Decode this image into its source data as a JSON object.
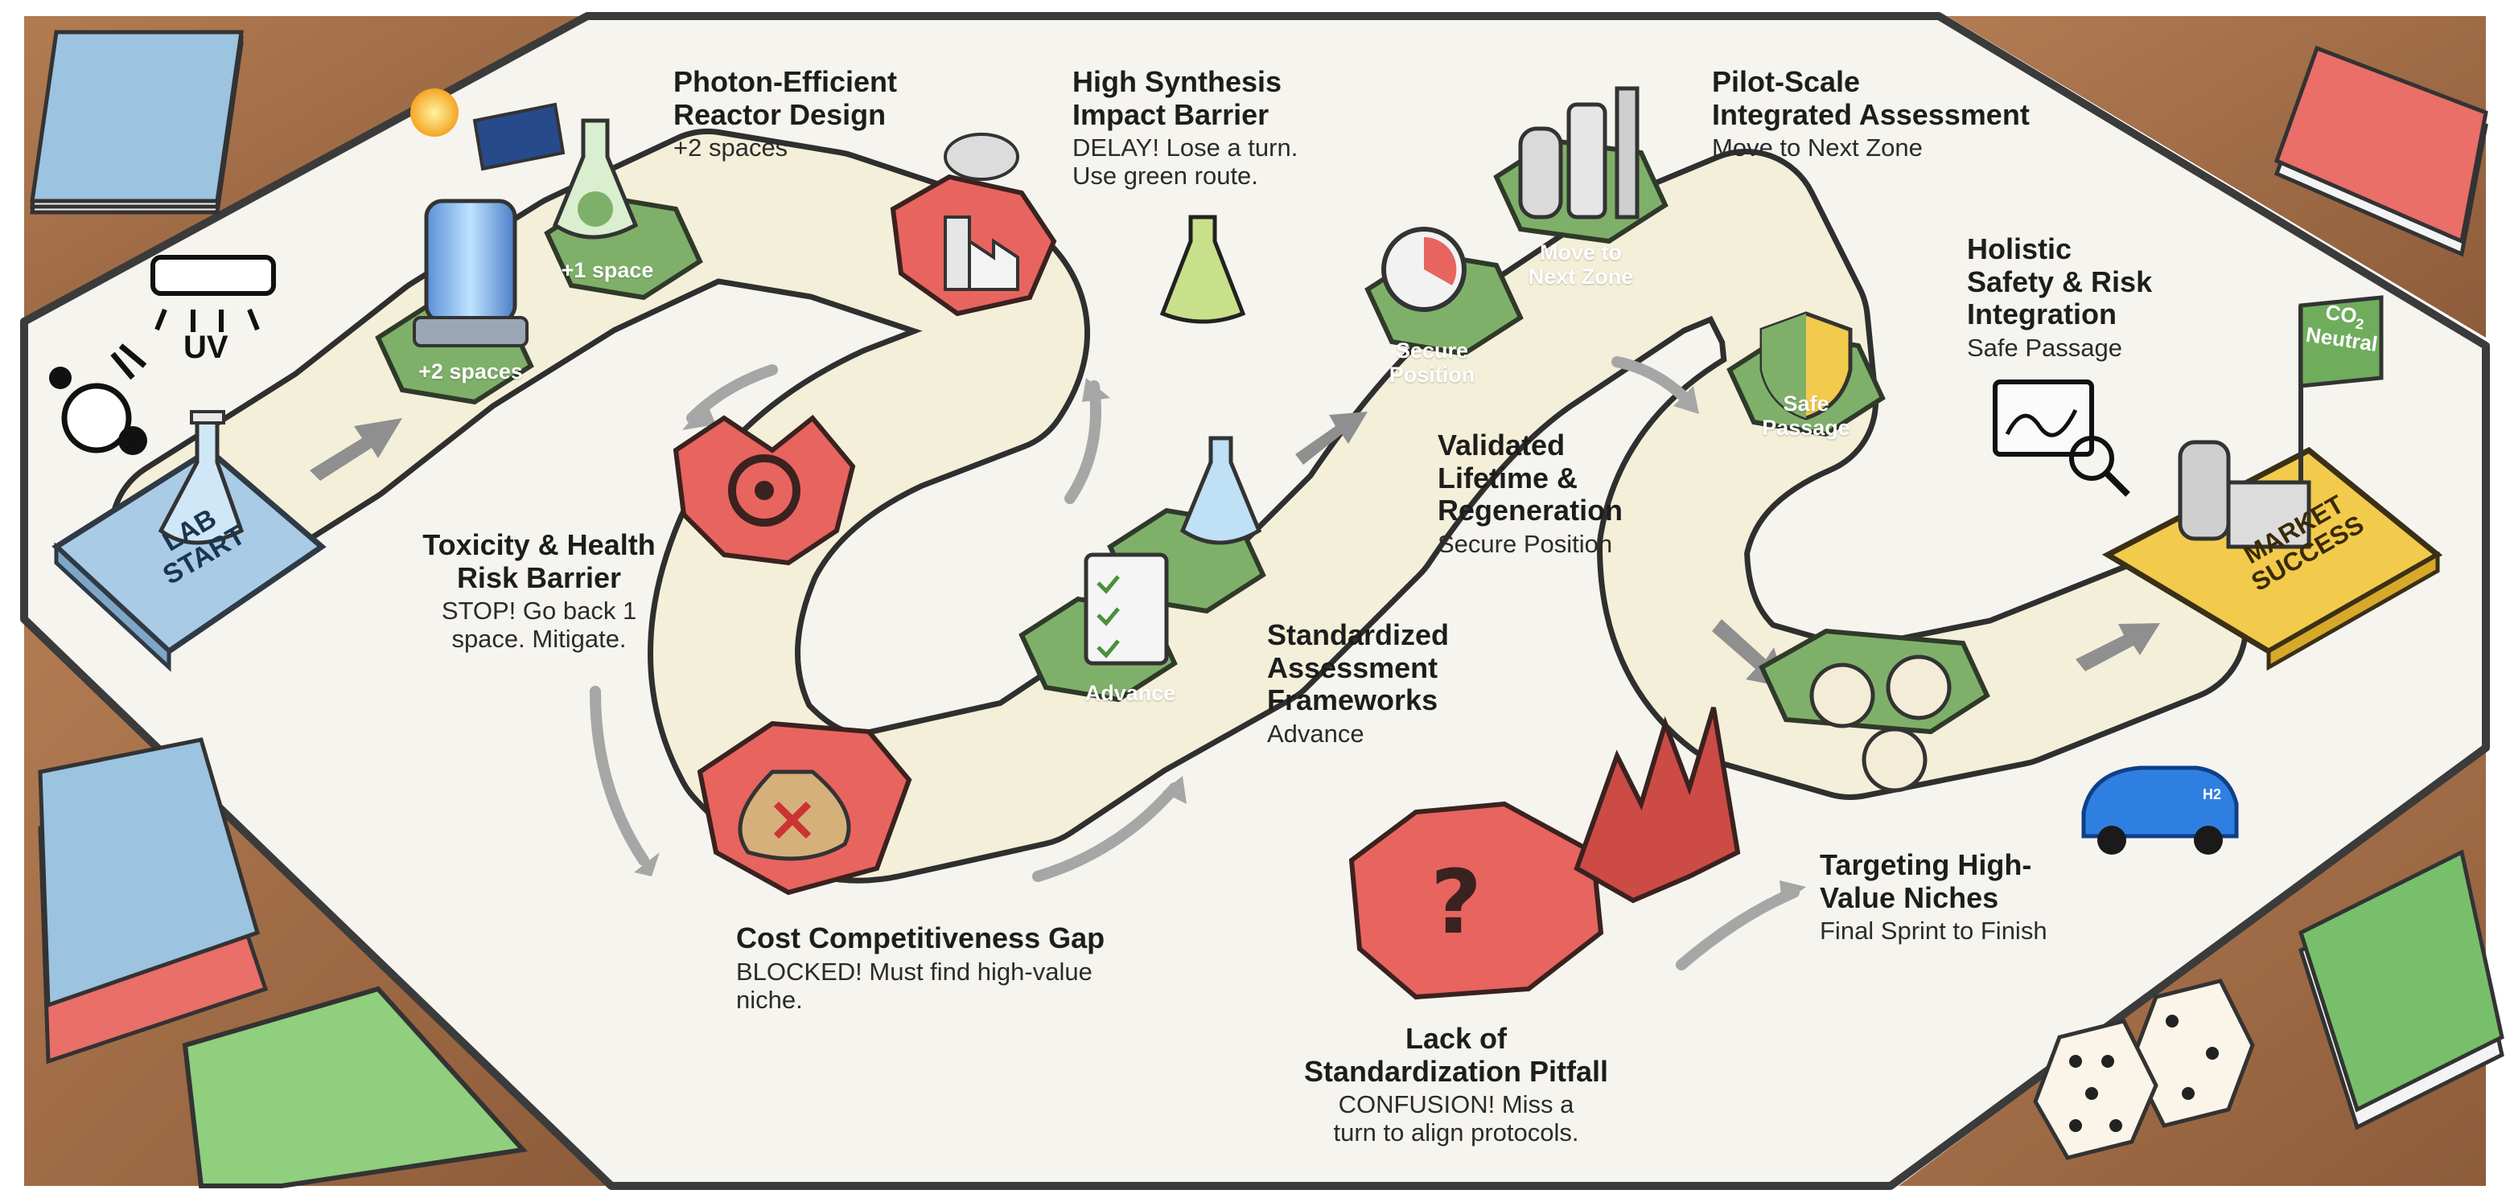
{
  "start": {
    "label": "LAB\nSTART"
  },
  "finish": {
    "label": "MARKET\nSUCCESS"
  },
  "uv_label": "UV",
  "flag": {
    "line1": "CO",
    "sub": "2",
    "line2": "Neutral"
  },
  "car_badge": "H2",
  "tiles": {
    "plus2": "+2 spaces",
    "plus1": "+1 space",
    "advance": "Advance",
    "secure": "Secure\nPosition",
    "move_next": "Move to\nNext Zone",
    "safe": "Safe\nPassage"
  },
  "steps": {
    "photon": {
      "title": "Photon-Efficient\nReactor Design",
      "effect": "+2 spaces"
    },
    "synthesis": {
      "title": "High Synthesis\nImpact Barrier",
      "effect": "DELAY! Lose a turn.\nUse green route."
    },
    "toxicity": {
      "title": "Toxicity & Health\nRisk Barrier",
      "effect": "STOP! Go back 1\nspace. Mitigate."
    },
    "cost": {
      "title": "Cost Competitiveness Gap",
      "effect": "BLOCKED! Must find high-value\nniche."
    },
    "standardized": {
      "title": "Standardized\nAssessment\nFrameworks",
      "effect": "Advance"
    },
    "validated": {
      "title": "Validated\nLifetime &\nRegeneration",
      "effect": "Secure Position"
    },
    "pilot": {
      "title": "Pilot-Scale\nIntegrated Assessment",
      "effect": "Move to Next Zone"
    },
    "holistic": {
      "title": "Holistic\nSafety & Risk\nIntegration",
      "effect": "Safe Passage"
    },
    "pitfall": {
      "title": "Lack of\nStandardization Pitfall",
      "effect": "CONFUSION! Miss a\nturn to align protocols."
    },
    "niches": {
      "title": "Targeting High-\nValue Niches",
      "effect": "Final Sprint to Finish"
    }
  },
  "colors": {
    "green": "#7fb069",
    "green_dark": "#5f8f4e",
    "red": "#e8645f",
    "red_dark": "#c44a45",
    "path": "#f4efd9",
    "start": "#a9cbe6",
    "finish": "#f2cb4c",
    "board": "#f5f3ec",
    "wood": "#a36f48"
  }
}
